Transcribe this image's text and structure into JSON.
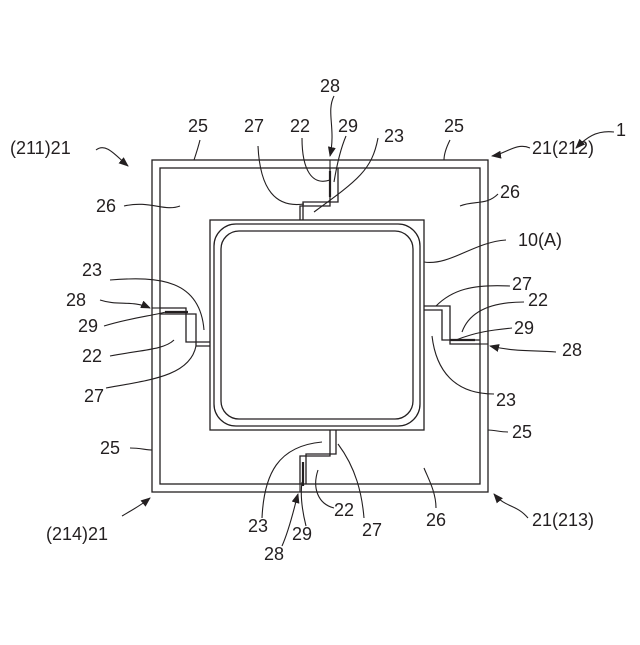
{
  "figure": {
    "labels": {
      "fig_number": "1",
      "piece_211": "(211)21",
      "piece_212": "21(212)",
      "piece_213": "21(213)",
      "piece_214": "(214)21",
      "chip": "10(A)",
      "n22": "22",
      "n23": "23",
      "n25": "25",
      "n26": "26",
      "n27": "27",
      "n28": "28",
      "n29": "29"
    }
  }
}
